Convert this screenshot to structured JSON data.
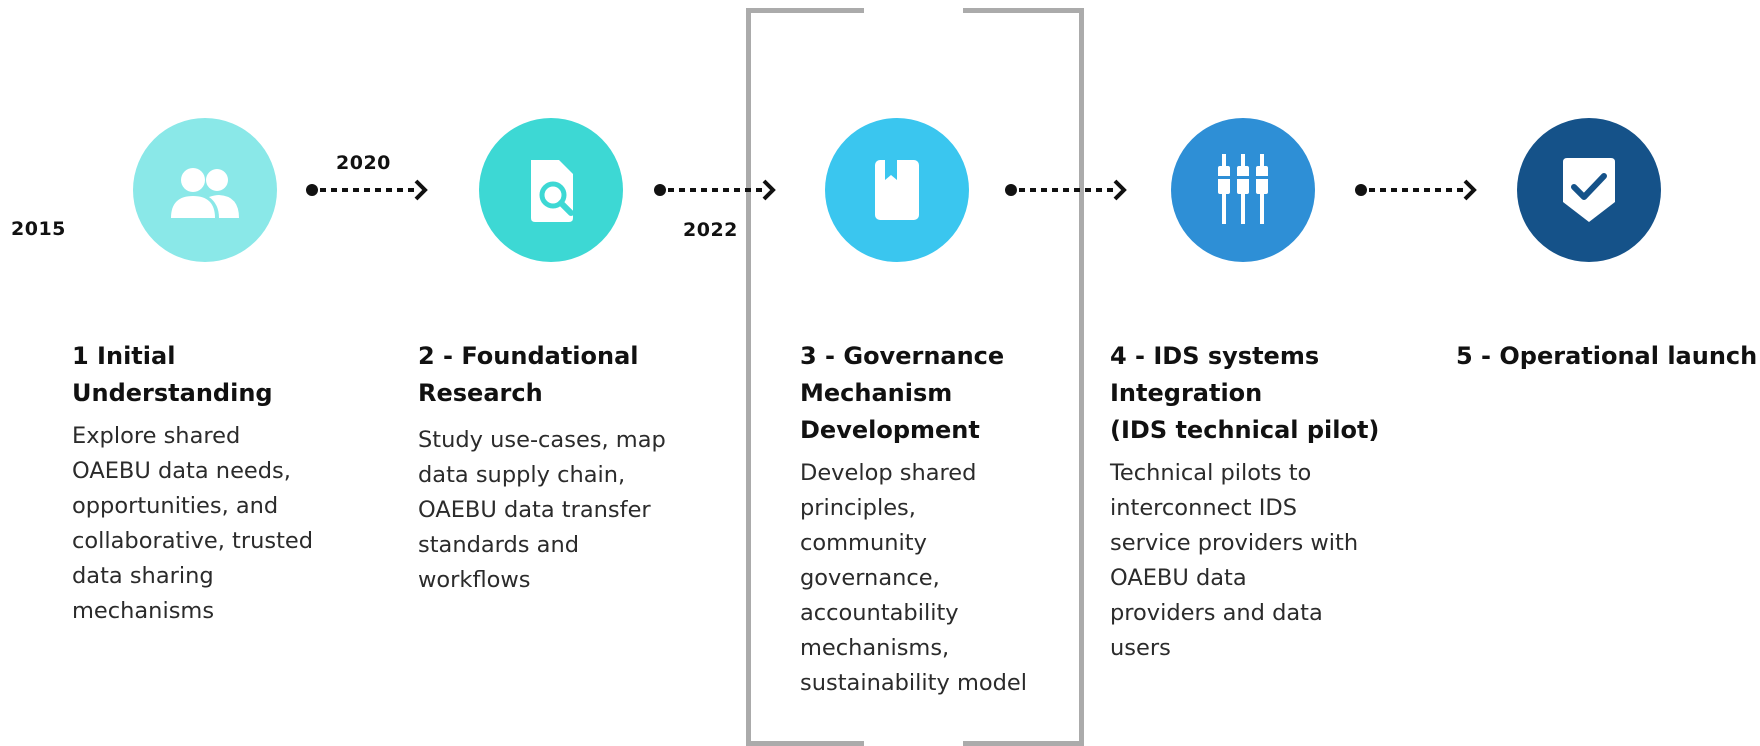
{
  "years": {
    "y2015": "2015",
    "y2020": "2020",
    "y2022": "2022"
  },
  "colors": {
    "step1": "#8ae8e8",
    "step2": "#3dd8d4",
    "step3": "#3ac6ef",
    "step4": "#2e8fd6",
    "step5": "#155289",
    "bracket": "#ababab",
    "arrow": "#111111"
  },
  "steps": [
    {
      "icon": "people-icon",
      "title": "1 Initial\nUnderstanding",
      "description": "Explore shared\nOAEBU data needs,\nopportunities, and\ncollaborative, trusted\ndata sharing\nmechanisms"
    },
    {
      "icon": "document-search-icon",
      "title": "2 - Foundational\nResearch",
      "description": "Study use-cases, map\ndata supply chain,\nOAEBU data transfer\nstandards and\nworkflows"
    },
    {
      "icon": "book-icon",
      "title": "3 - Governance\nMechanism\nDevelopment",
      "description": "Develop shared\nprinciples,\ncommunity\ngovernance,\naccountability\nmechanisms,\nsustainability model"
    },
    {
      "icon": "plugs-icon",
      "title": "4 - IDS systems\nIntegration\n(IDS technical pilot)",
      "description": "Technical pilots to\ninterconnect IDS\nservice providers with\nOAEBU data\nproviders and data\nusers"
    },
    {
      "icon": "shield-check-icon",
      "title": "5 - Operational launch",
      "description": ""
    }
  ]
}
